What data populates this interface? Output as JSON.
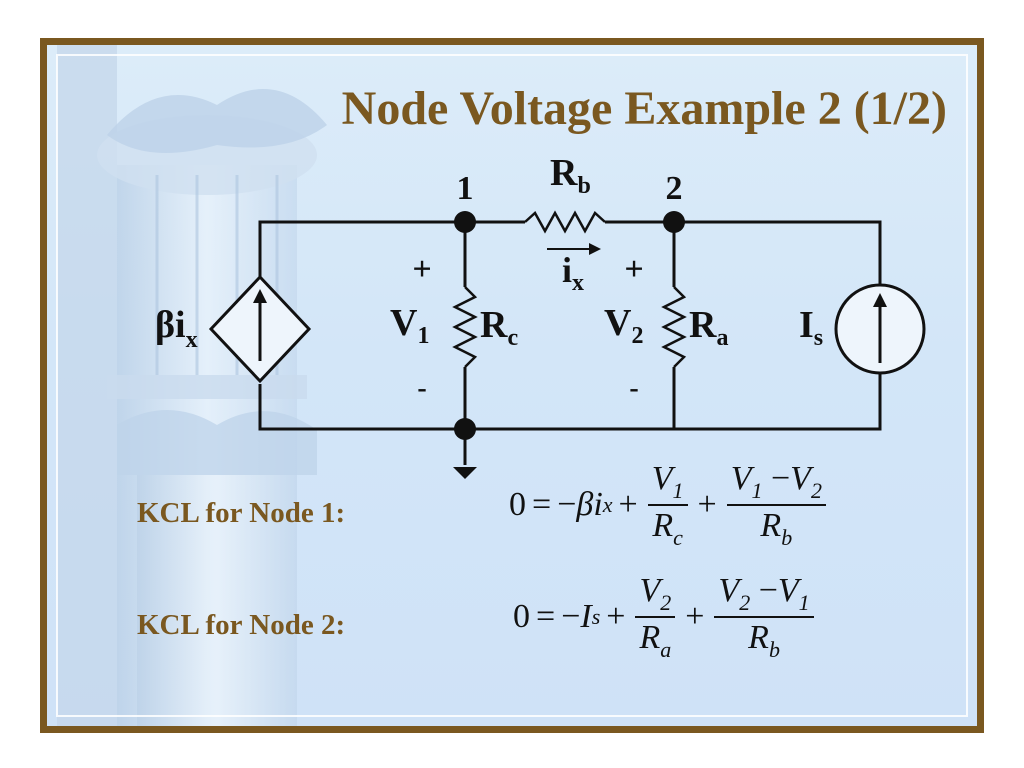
{
  "slide": {
    "title": "Node Voltage Example 2 (1/2)",
    "colors": {
      "title": "#7a5820",
      "border": "#7a5820",
      "background": "#d6e8f8",
      "wire": "#111111"
    }
  },
  "circuit": {
    "node1_label": "1",
    "node2_label": "2",
    "dependent_source": {
      "coef": "β",
      "var": "i",
      "sub": "x"
    },
    "current_source": {
      "main": "I",
      "sub": "s"
    },
    "resistor_b": {
      "main": "R",
      "sub": "b"
    },
    "resistor_c": {
      "main": "R",
      "sub": "c"
    },
    "resistor_a": {
      "main": "R",
      "sub": "a"
    },
    "current_ix": {
      "main": "i",
      "sub": "x"
    },
    "v1": {
      "plus": "+",
      "main": "V",
      "sub": "1",
      "minus": "-"
    },
    "v2": {
      "plus": "+",
      "main": "V",
      "sub": "2",
      "minus": "-"
    }
  },
  "equations": {
    "node1": {
      "label": "KCL for Node 1:",
      "lhs": "0",
      "eq": "=",
      "t1_sign": "−",
      "t1_coef": "β",
      "t1_var": "i",
      "t1_sub": "x",
      "plus1": "+",
      "f1_num": "V",
      "f1_num_sub": "1",
      "f1_den": "R",
      "f1_den_sub": "c",
      "plus2": "+",
      "f2_num_a": "V",
      "f2_num_a_sub": "1",
      "f2_minus": "−",
      "f2_num_b": "V",
      "f2_num_b_sub": "2",
      "f2_den": "R",
      "f2_den_sub": "b"
    },
    "node2": {
      "label": "KCL for Node 2:",
      "lhs": "0",
      "eq": "=",
      "t1_sign": "−",
      "t1_var": "I",
      "t1_sub": "s",
      "plus1": "+",
      "f1_num": "V",
      "f1_num_sub": "2",
      "f1_den": "R",
      "f1_den_sub": "a",
      "plus2": "+",
      "f2_num_a": "V",
      "f2_num_a_sub": "2",
      "f2_minus": "−",
      "f2_num_b": "V",
      "f2_num_b_sub": "1",
      "f2_den": "R",
      "f2_den_sub": "b"
    }
  }
}
